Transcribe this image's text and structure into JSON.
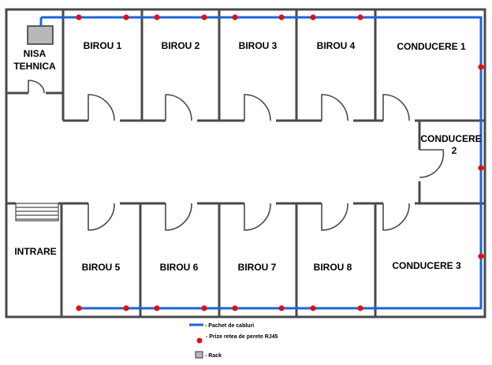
{
  "colors": {
    "wall": "#4a4a4a",
    "cable": "#1a66d6",
    "socket": "#e01010",
    "rack_fill": "#b8b8b8",
    "rack_stroke": "#333333",
    "background": "#ffffff"
  },
  "rooms": {
    "nisa": [
      "NISA",
      "TEHNICA"
    ],
    "birou1": "BIROU 1",
    "birou2": "BIROU 2",
    "birou3": "BIROU 3",
    "birou4": "BIROU 4",
    "conducere1": "CONDUCERE 1",
    "conducere2": [
      "CONDUCERE",
      "2"
    ],
    "intrare": "INTRARE",
    "birou5": "BIROU 5",
    "birou6": "BIROU 6",
    "birou7": "BIROU 7",
    "birou8": "BIROU 8",
    "conducere3": "CONDUCERE 3"
  },
  "legend": {
    "cable": "- Pachet de cabluri",
    "socket": "- Prize retea de perete RJ45",
    "rack": "- Rack"
  },
  "sockets_top_count": 8,
  "sockets_right_count": 3,
  "sockets_bottom_count": 8
}
